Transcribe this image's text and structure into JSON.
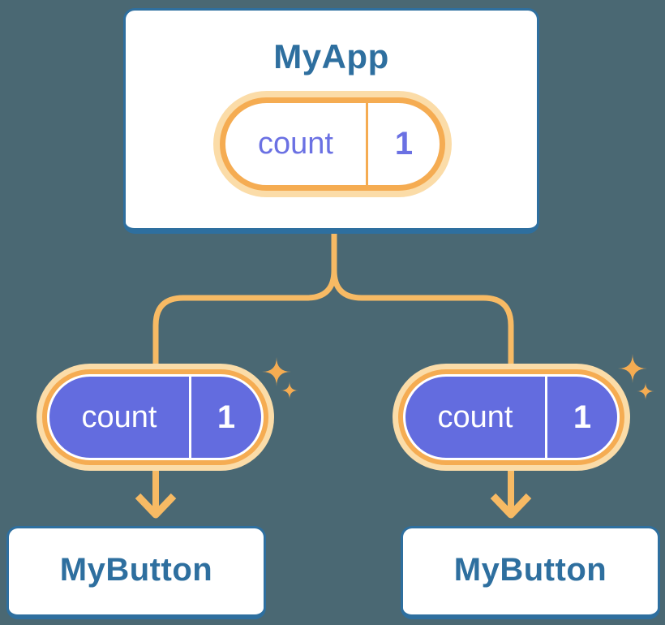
{
  "diagram": {
    "description": "React component tree: parent state passed down as props",
    "root": {
      "title": "MyApp",
      "state": {
        "key": "count",
        "value": "1"
      }
    },
    "children": [
      {
        "title": "MyButton",
        "state": {
          "key": "count",
          "value": "1"
        }
      },
      {
        "title": "MyButton",
        "state": {
          "key": "count",
          "value": "1"
        }
      }
    ]
  },
  "colors": {
    "background": "#4A6873",
    "card_fill": "#FFFFFF",
    "card_border": "#2E6F9F",
    "label_blue": "#2E6F9F",
    "accent_orange": "#F5AC52",
    "glow_orange": "#FBDCA8",
    "connector_orange": "#F7BA64",
    "state_purple": "#636CDF",
    "state_text_purple": "#6B71E3",
    "state_text_white": "#FFFFFF"
  }
}
